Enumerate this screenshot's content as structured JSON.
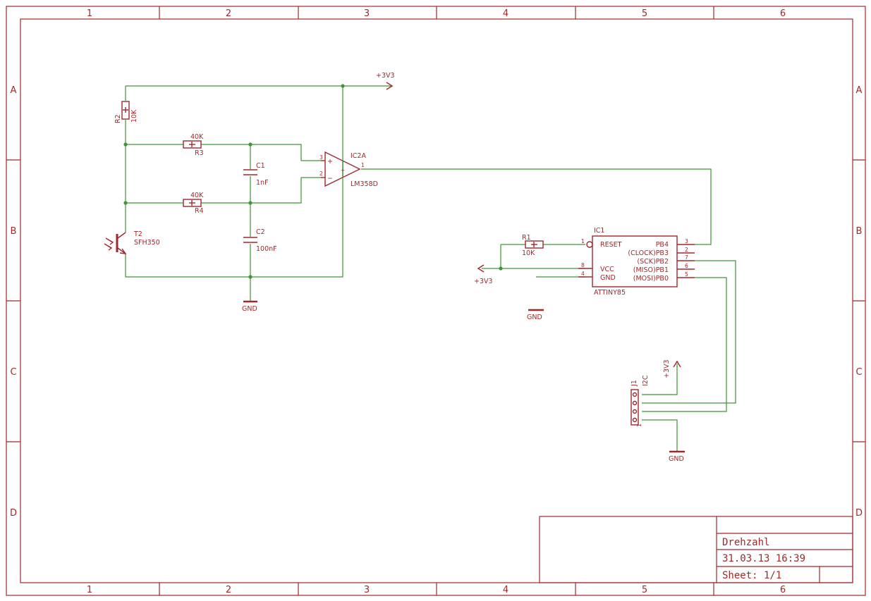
{
  "frame": {
    "columns": [
      "1",
      "2",
      "3",
      "4",
      "5",
      "6"
    ],
    "rows": [
      "A",
      "B",
      "C",
      "D"
    ]
  },
  "title_block": {
    "name": "Drehzahl",
    "date": "31.03.13 16:39",
    "sheet": "Sheet: 1/1"
  },
  "colors": {
    "symbol": "#a0282a",
    "wire": "#3c9632"
  },
  "components": {
    "r2": {
      "name": "R2",
      "value": "10K"
    },
    "r3": {
      "name": "R3",
      "value": "40K"
    },
    "r4": {
      "name": "R4",
      "value": "40K"
    },
    "c1": {
      "name": "C1",
      "value": "1nF"
    },
    "c2": {
      "name": "C2",
      "value": "100nF"
    },
    "t2": {
      "name": "T2",
      "value": "SFH350"
    },
    "ic2a": {
      "name": "IC2A",
      "value": "LM358D",
      "pin3": "3",
      "pin2": "2",
      "pin1": "1",
      "plus": "+",
      "minus": "−",
      "sup": "+"
    },
    "r1": {
      "name": "R1",
      "value": "10K"
    },
    "ic1": {
      "name": "IC1",
      "value": "ATTINY85",
      "pins_left": [
        {
          "num": "1",
          "label": "RESET"
        },
        {
          "num": "8",
          "label": "VCC"
        },
        {
          "num": "4",
          "label": "GND"
        }
      ],
      "pins_right": [
        {
          "num": "3",
          "label": "PB4"
        },
        {
          "num": "2",
          "label": "(CLOCK)PB3"
        },
        {
          "num": "7",
          "label": "(SCK)PB2"
        },
        {
          "num": "6",
          "label": "(MISO)PB1"
        },
        {
          "num": "5",
          "label": "(MOSI)PB0"
        }
      ]
    },
    "j1": {
      "name": "J1",
      "value": "I2C",
      "pin1": "1"
    }
  },
  "supplies": {
    "vcc_top": "+3V3",
    "vcc_left": "+3V3",
    "vcc_j1": "+3V3",
    "gnd_left": "GND",
    "gnd_ic1": "GND",
    "gnd_j1": "GND"
  }
}
